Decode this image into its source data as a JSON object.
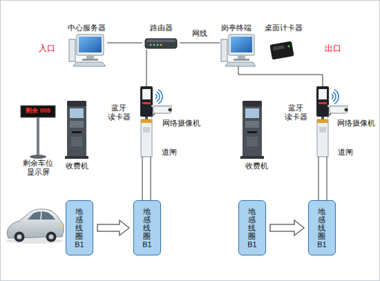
{
  "diagram": {
    "nodes": [
      {
        "text": [
          "中心服务器"
        ]
      },
      {
        "text": [
          "路由器"
        ]
      },
      {
        "text": [
          "岗亭终端"
        ]
      },
      {
        "text": [
          "桌面计卡器"
        ]
      },
      {
        "text": [
          "剩余 059",
          "剩余车位 显示屏"
        ]
      },
      {
        "text": [
          "收费机"
        ]
      },
      {
        "text": [
          "蓝牙 读卡器",
          "网络摄像机",
          "道闸"
        ]
      },
      {
        "text": [
          "收费机"
        ]
      },
      {
        "text": [
          "蓝牙 读卡器",
          "网络摄像机",
          "道闸"
        ]
      },
      {
        "text": [
          "地感线圈B1"
        ]
      },
      {
        "text": [
          "地感线圈B1"
        ]
      },
      {
        "text": [
          "地感线圈B1"
        ]
      },
      {
        "text": [
          "地感线圈B1"
        ]
      }
    ],
    "edges": [
      {
        "from": 0,
        "to": 1,
        "arrow": "none"
      },
      {
        "from": 1,
        "to": 2,
        "label": "网线",
        "arrow": "none"
      },
      {
        "from": 1,
        "to": 6,
        "arrow": "none"
      },
      {
        "from": 2,
        "to": 8,
        "arrow": "none"
      },
      {
        "from": 6,
        "to": 10,
        "arrow": "none"
      },
      {
        "from": 8,
        "to": 12,
        "arrow": "none"
      },
      {
        "from": 9,
        "to": 10,
        "arrow": "to"
      },
      {
        "from": 11,
        "to": 12,
        "arrow": "to"
      }
    ],
    "labels": [
      "入口",
      "出口"
    ]
  }
}
